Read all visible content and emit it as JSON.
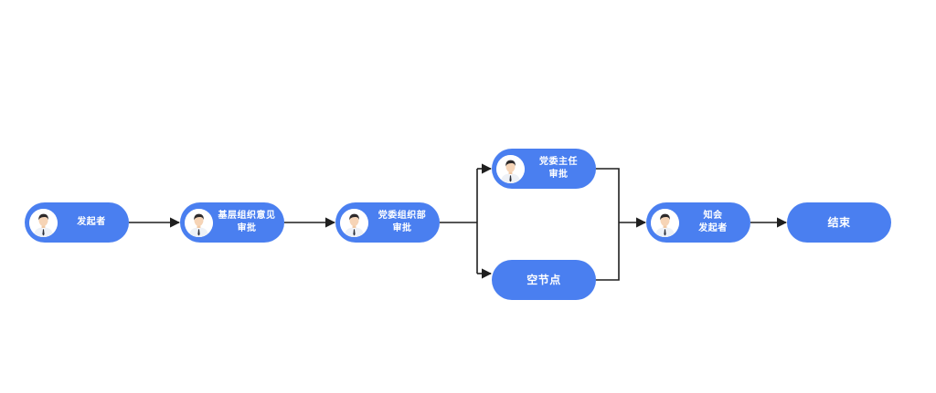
{
  "nodes": {
    "initiator": {
      "label": "发起者"
    },
    "basic_org": {
      "label": "基层组织意见\n审批"
    },
    "party_org": {
      "label": "党委组织部\n审批"
    },
    "party_director": {
      "label": "党委主任\n审批"
    },
    "empty_node": {
      "label": "空节点"
    },
    "notify_initiator": {
      "label": "知会\n发起者"
    },
    "end": {
      "label": "结束"
    }
  },
  "colors": {
    "node_fill": "#4a7ff0",
    "node_text": "#ffffff",
    "edge": "#1f1f1f",
    "background": "#ffffff"
  },
  "icons": {
    "avatar": "person-avatar-icon",
    "arrow": "arrowhead-icon"
  }
}
